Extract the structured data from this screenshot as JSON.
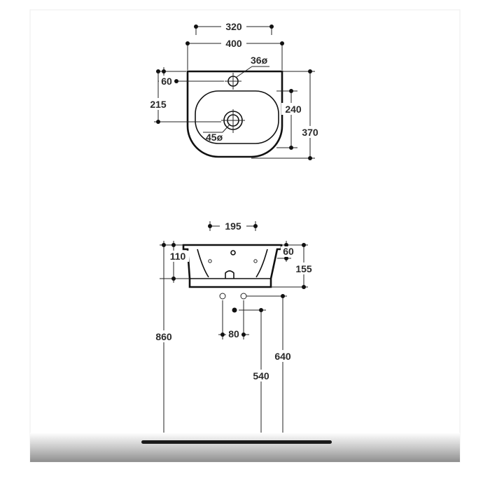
{
  "top_view": {
    "dims": {
      "width_inner": "320",
      "width_outer": "400",
      "tap_hole": "36ø",
      "rim_offset": "60",
      "side_depth": "215",
      "inner_depth": "240",
      "total_depth": "370",
      "drain_hole": "45ø"
    }
  },
  "front_view": {
    "dims": {
      "inner_width": "195",
      "basin_height": "110",
      "rim_height": "60",
      "total_height": "155",
      "floor_to_top": "860",
      "fixing_spacing": "80",
      "waste_height": "540",
      "fixing_height": "640"
    }
  },
  "colors": {
    "line": "#111111",
    "text": "#2a2a2a",
    "floor_band": "#8e8e8e"
  }
}
